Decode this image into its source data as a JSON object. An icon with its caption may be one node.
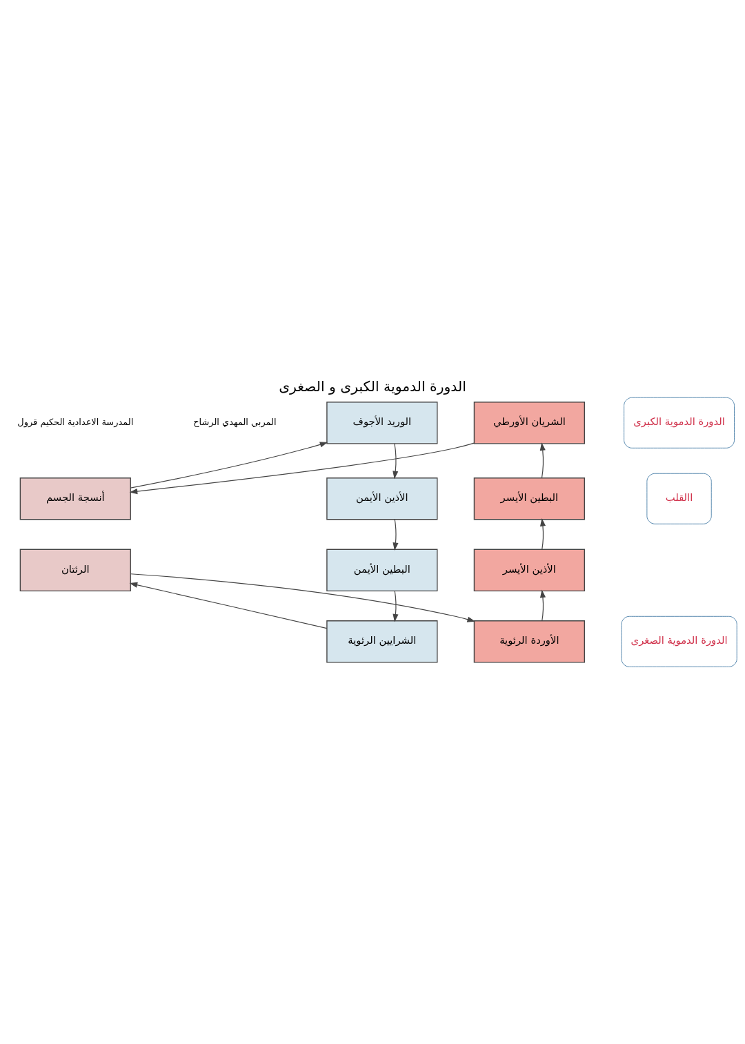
{
  "diagram": {
    "title": "الدورة الدموية الكبرى و الصغرى",
    "nodes": [
      {
        "text": [
          "أنسجة الجسم"
        ]
      },
      {
        "text": [
          "الوريد الأجوف"
        ]
      },
      {
        "text": [
          "الشريان الأورطي"
        ]
      },
      {
        "text": [
          "الأذين الأيمن"
        ]
      },
      {
        "text": [
          "البطين الأيسر"
        ]
      },
      {
        "text": [
          "البطين الأيمن"
        ]
      },
      {
        "text": [
          "الأذين الأيسر"
        ]
      },
      {
        "text": [
          "الشرايين الرئوية"
        ]
      },
      {
        "text": [
          "الأوردة الرئوية"
        ]
      },
      {
        "text": [
          "الرئتان"
        ]
      },
      {
        "text": [
          "الدورة الدموية الكبرى"
        ]
      },
      {
        "text": [
          "االقلب"
        ]
      },
      {
        "text": [
          "الدورة الدموية الصغرى"
        ]
      }
    ],
    "edges": [
      {
        "from": 0,
        "to": 1,
        "arrow": "to"
      },
      {
        "from": 1,
        "to": 3,
        "arrow": "to"
      },
      {
        "from": 3,
        "to": 5,
        "arrow": "to"
      },
      {
        "from": 5,
        "to": 7,
        "arrow": "to"
      },
      {
        "from": 7,
        "to": 9,
        "arrow": "to"
      },
      {
        "from": 9,
        "to": 8,
        "arrow": "to"
      },
      {
        "from": 8,
        "to": 6,
        "arrow": "to"
      },
      {
        "from": 6,
        "to": 4,
        "arrow": "to"
      },
      {
        "from": 4,
        "to": 2,
        "arrow": "to"
      },
      {
        "from": 2,
        "to": 0,
        "arrow": "to"
      }
    ],
    "labels": [
      "المربي المهدي الرشاح",
      "المدرسة الاعدادية الحكيم قرول"
    ]
  }
}
